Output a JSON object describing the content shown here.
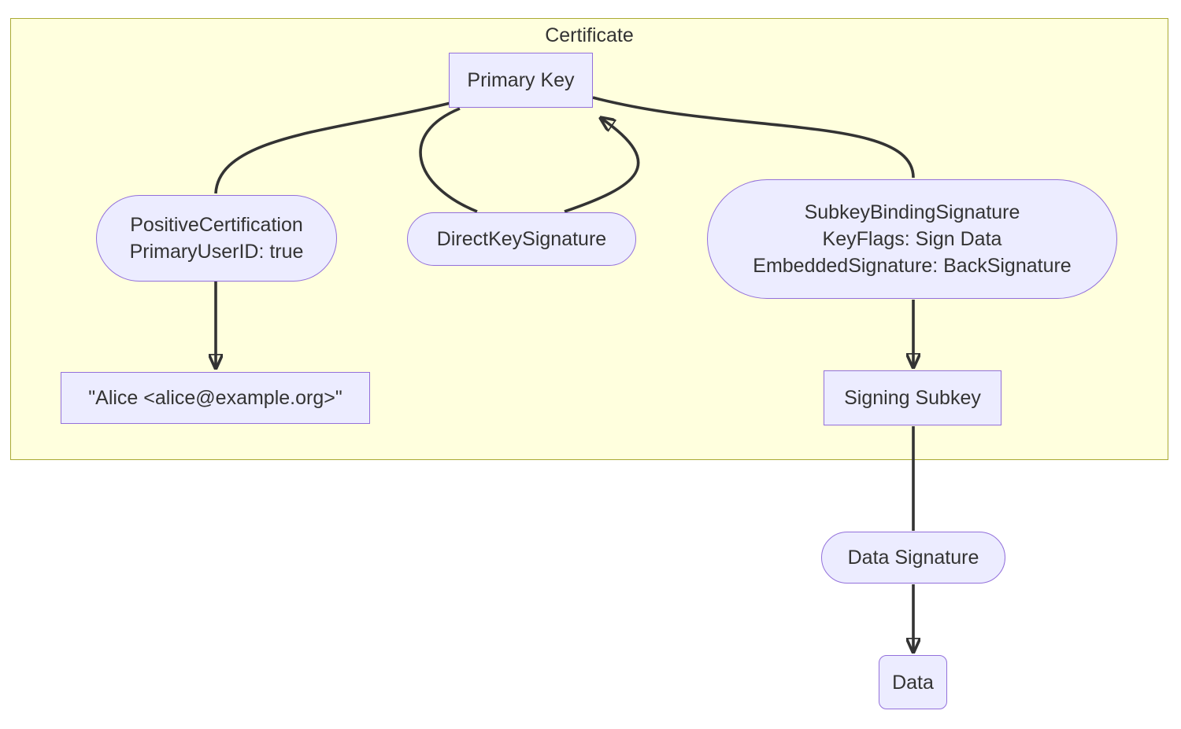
{
  "diagram": {
    "type": "flowchart",
    "container_label": "Certificate",
    "nodes": {
      "primary_key": {
        "shape": "rect",
        "label": "Primary Key"
      },
      "positive_certification": {
        "shape": "stadium",
        "lines": [
          "PositiveCertification",
          "PrimaryUserID: true"
        ]
      },
      "direct_key_signature": {
        "shape": "stadium",
        "label": "DirectKeySignature"
      },
      "subkey_binding_signature": {
        "shape": "stadium",
        "lines": [
          "SubkeyBindingSignature",
          "KeyFlags: Sign Data",
          "EmbeddedSignature: BackSignature"
        ]
      },
      "user_id": {
        "shape": "rect",
        "label": "\"Alice <alice@example.org>\""
      },
      "signing_subkey": {
        "shape": "rect",
        "label": "Signing Subkey"
      },
      "data_signature": {
        "shape": "stadium",
        "label": "Data Signature"
      },
      "data": {
        "shape": "rounded-rect",
        "label": "Data"
      }
    },
    "edges": [
      {
        "from": "primary_key",
        "to": "positive_certification",
        "arrow": false
      },
      {
        "from": "positive_certification",
        "to": "user_id",
        "arrow": true
      },
      {
        "from": "primary_key",
        "to": "direct_key_signature",
        "arrow": false
      },
      {
        "from": "direct_key_signature",
        "to": "primary_key",
        "arrow": true
      },
      {
        "from": "primary_key",
        "to": "subkey_binding_signature",
        "arrow": false
      },
      {
        "from": "subkey_binding_signature",
        "to": "signing_subkey",
        "arrow": true
      },
      {
        "from": "signing_subkey",
        "to": "data_signature",
        "arrow": false
      },
      {
        "from": "data_signature",
        "to": "data",
        "arrow": true
      }
    ],
    "colors": {
      "cluster_fill": "#ffffde",
      "cluster_border": "#aaaa33",
      "node_fill": "#ececff",
      "node_border": "#9370db",
      "edge": "#333333",
      "text": "#333333",
      "page_background": "#ffffff"
    }
  }
}
